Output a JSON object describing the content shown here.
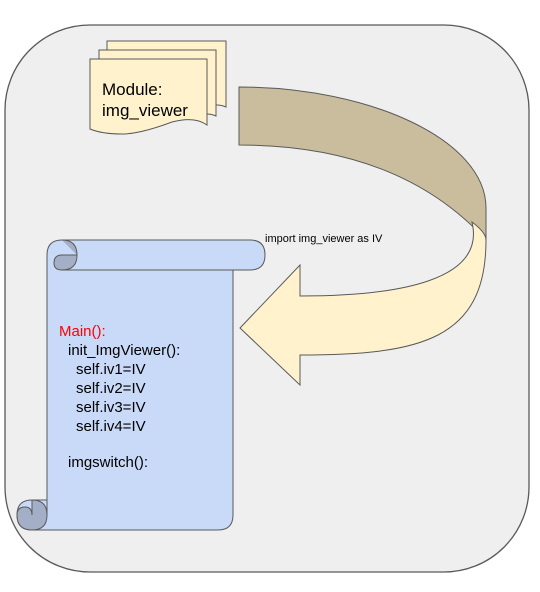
{
  "module": {
    "line1": "Module:",
    "line2": "img_viewer"
  },
  "import_statement": "import img_viewer as IV",
  "scroll": {
    "main_label": "Main():",
    "code_lines": [
      "init_ImgViewer():",
      "self.iv1=IV",
      "self.iv2=IV",
      "self.iv3=IV",
      "self.iv4=IV",
      "imgswitch():"
    ]
  },
  "colors": {
    "background_panel": "#efefef",
    "panel_border": "#595959",
    "document_fill": "#fff2cc",
    "arrow_light": "#fff2cc",
    "arrow_dark": "#c9bd9e",
    "scroll_fill": "#c9daf8",
    "scroll_curl": "#a3afc6",
    "main_label": "#ff0000"
  }
}
